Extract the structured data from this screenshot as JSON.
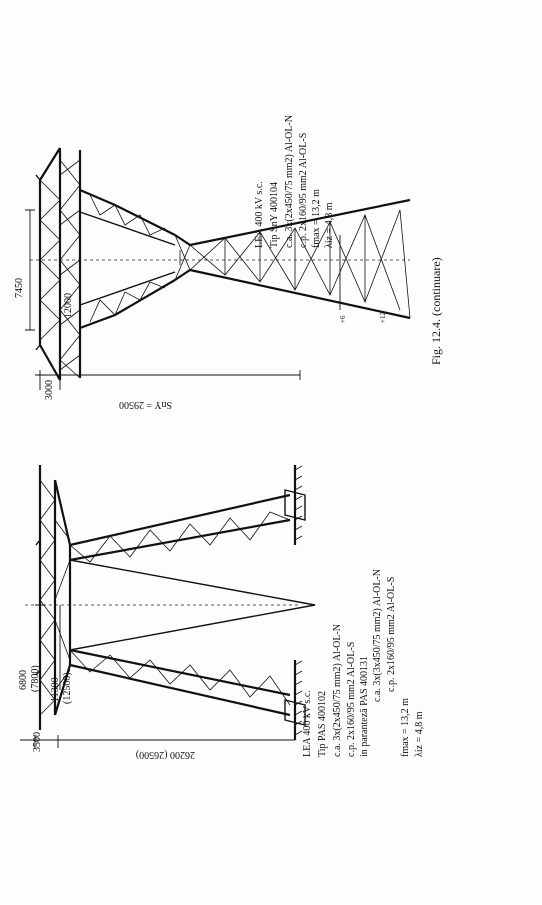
{
  "figure": {
    "caption": "Fig. 12.4. (continuare)",
    "top": {
      "title": "LEA 400 kV s.c.",
      "type": "Tip SnY 400104",
      "ca": "c.a. 3x(2x450/75 mm2) Al-OL-N",
      "cp": "c.p. 2x160/95 mm2 Al-OL-S",
      "fmax": "fmax = 13,2 m",
      "liz": "λiz = 4,8 m",
      "dim_3000": "3000",
      "dim_7450": "7450",
      "dim_12000": "12000",
      "dim_height": "SnY = 29500",
      "mark_16": "+6",
      "mark_12": "+12"
    },
    "bottom": {
      "title": "LEA 400 kV s.c.",
      "type": "Tip PAS 400102",
      "ca": "c.a. 3x(2x450/75 mm2) Al-OL-N",
      "cp": "c.p. 2x160/95 mm2 Al-OL-S",
      "paren_label": "in paranteză PAS 400131",
      "ca2": "c.a. 3x(3x450/75 mm2) Al-OL-N",
      "cp2": "c.p. 2x160/95 mm2 Al-OL-S",
      "fmax": "fmax = 13,2 m",
      "liz": "λiz = 4,8 m",
      "dim_3500": "3500",
      "dim_6800": "6800",
      "dim_7800": "(7800)",
      "dim_11300": "11300",
      "dim_12500": "(12500)",
      "dim_height": "26200 (26500)"
    }
  }
}
